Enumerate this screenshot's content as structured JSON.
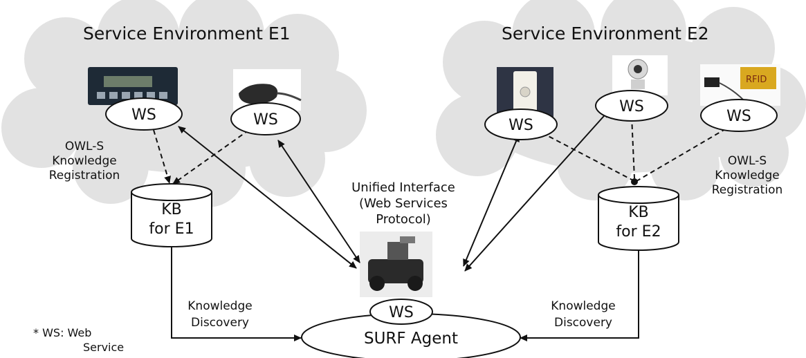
{
  "environments": {
    "e1": {
      "title": "Service Environment E1"
    },
    "e2": {
      "title": "Service Environment E2"
    }
  },
  "ws_label": "WS",
  "kb": {
    "e1": {
      "line1": "KB",
      "line2": "for E1"
    },
    "e2": {
      "line1": "KB",
      "line2": "for E2"
    }
  },
  "registration": {
    "e1": [
      "OWL-S",
      "Knowledge",
      "Registration"
    ],
    "e2": [
      "OWL-S",
      "Knowledge",
      "Registration"
    ]
  },
  "unified_interface": [
    "Unified Interface",
    "(Web Services",
    "Protocol)"
  ],
  "discovery": {
    "e1": [
      "Knowledge",
      "Discovery"
    ],
    "e2": [
      "Knowledge",
      "Discovery"
    ]
  },
  "agent": {
    "label": "SURF Agent",
    "ws_label": "WS"
  },
  "footnote": {
    "line1": "* WS: Web",
    "line2": "Service"
  },
  "colors": {
    "cloud": "#e2e2e2",
    "line": "#111111",
    "background": "#ffffff"
  },
  "devices": {
    "e1": [
      "lcd-panel-device-image",
      "gps-receiver-device-image"
    ],
    "e2": [
      "wall-dimmer-device-image",
      "webcam-device-image",
      "rfid-reader-device-image"
    ],
    "agent": "robot-image"
  }
}
